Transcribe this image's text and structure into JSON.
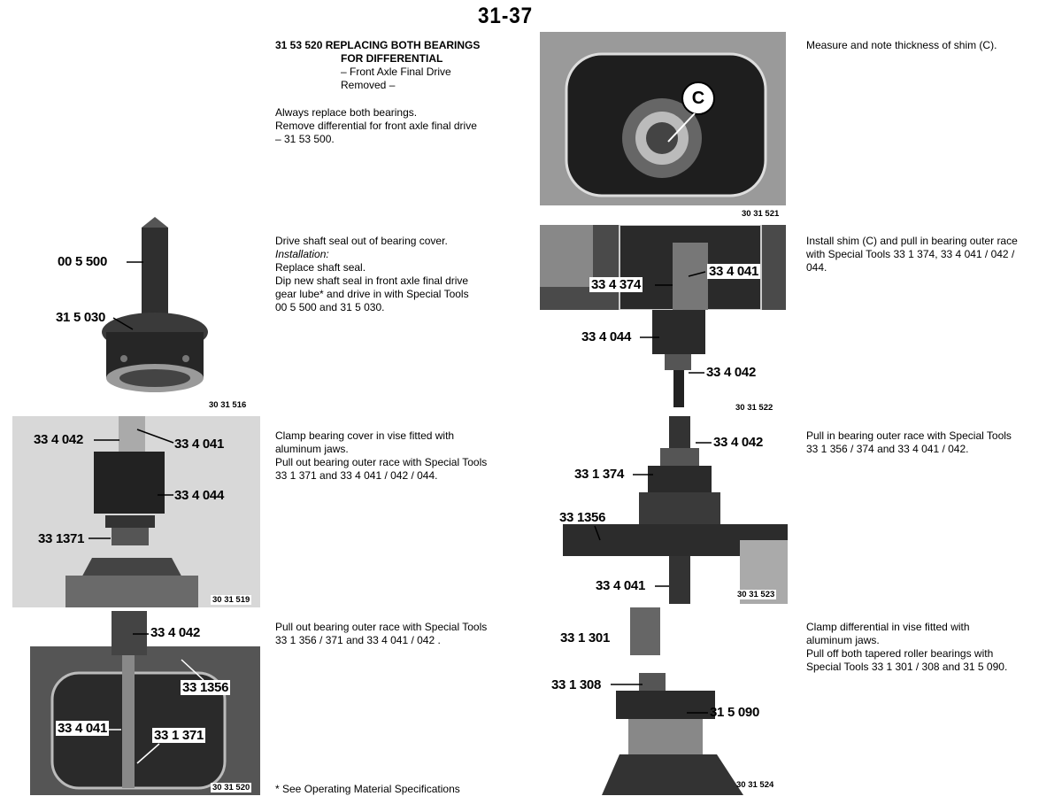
{
  "page_number": "31-37",
  "sections": {
    "s1": {
      "lines": [
        "31 53 520   REPLACING BOTH BEARINGS",
        "FOR DIFFERENTIAL",
        "– Front Axle Final Drive",
        "Removed –"
      ],
      "body": [
        "Always replace both bearings.",
        "Remove differential for front axle final drive",
        "– 31 53 500."
      ]
    },
    "s2": [
      "Drive shaft seal out of bearing cover.",
      "Installation:",
      "Replace shaft seal.",
      "Dip new shaft seal in front axle final drive",
      "gear lube* and drive in with Special Tools",
      "00 5 500 and 31 5 030."
    ],
    "s3": [
      "Clamp bearing cover in vise fitted with",
      "aluminum jaws.",
      "Pull out bearing outer race with Special Tools",
      "33 1 371 and 33 4 041 / 042 / 044."
    ],
    "s4": [
      "Pull out bearing outer race with Special Tools",
      "33 1 356 / 371 and 33 4 041 / 042 ."
    ],
    "footnote": "* See Operating Material Specifications",
    "r1": [
      "Measure and note thickness of shim (C)."
    ],
    "r2": [
      "Install shim (C) and pull in bearing outer race",
      "with Special Tools 33 1 374, 33 4 041 / 042 /",
      "044."
    ],
    "r3": [
      "Pull in bearing outer race with Special Tools",
      "33 1 356 / 374 and 33 4 041 / 042."
    ],
    "r4": [
      "Clamp differential in vise fitted with",
      "aluminum jaws.",
      "Pull off both tapered roller bearings with",
      "Special Tools 33 1 301 / 308 and 31 5 090."
    ]
  },
  "figures": {
    "f516": {
      "caption": "30 31 516",
      "labels": [
        "00 5 500",
        "31 5 030"
      ]
    },
    "f519": {
      "caption": "30 31 519",
      "labels": [
        "33 4 042",
        "33 4 041",
        "33 4 044",
        "33 1371"
      ]
    },
    "f520": {
      "caption": "30 31 520",
      "labels": [
        "33 4 042",
        "33 1356",
        "33 4 041",
        "33 1 371"
      ]
    },
    "f521": {
      "caption": "30 31 521",
      "labels": [
        "C"
      ]
    },
    "f522": {
      "caption": "30 31 522",
      "labels": [
        "33 4 374",
        "33 4 041",
        "33 4 044",
        "33 4 042"
      ]
    },
    "f523": {
      "caption": "30 31 523",
      "labels": [
        "33 4 042",
        "33 1 374",
        "33 1356",
        "33 4 041"
      ]
    },
    "f524": {
      "caption": "30 31 524",
      "labels": [
        "33 1 301",
        "33 1 308",
        "31 5 090"
      ]
    }
  }
}
